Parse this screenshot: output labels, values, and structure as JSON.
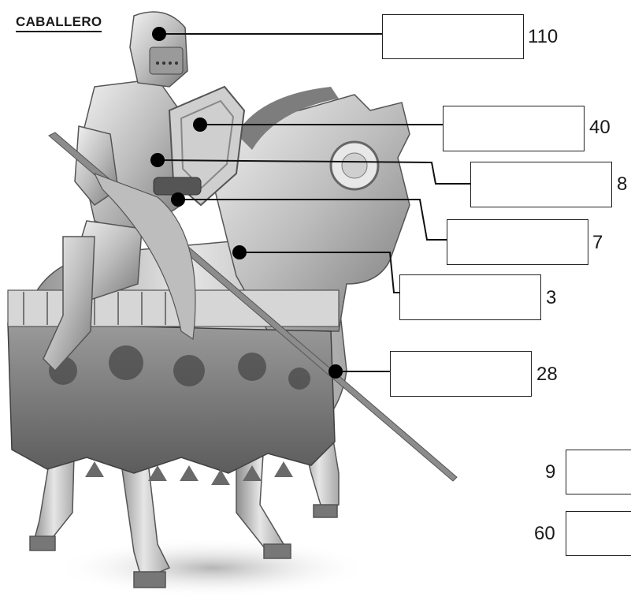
{
  "title": "CABALLERO",
  "labels": [
    {
      "number": "110",
      "answer": ""
    },
    {
      "number": "40",
      "answer": ""
    },
    {
      "number": "8",
      "answer": ""
    },
    {
      "number": "7",
      "answer": ""
    },
    {
      "number": "3",
      "answer": ""
    },
    {
      "number": "28",
      "answer": ""
    },
    {
      "number": "9",
      "answer": ""
    },
    {
      "number": "60",
      "answer": ""
    }
  ],
  "colors": {
    "line": "#111111",
    "box_border": "#222222",
    "armor_light": "#d9d9d9",
    "armor_dark": "#6e6e6e"
  }
}
